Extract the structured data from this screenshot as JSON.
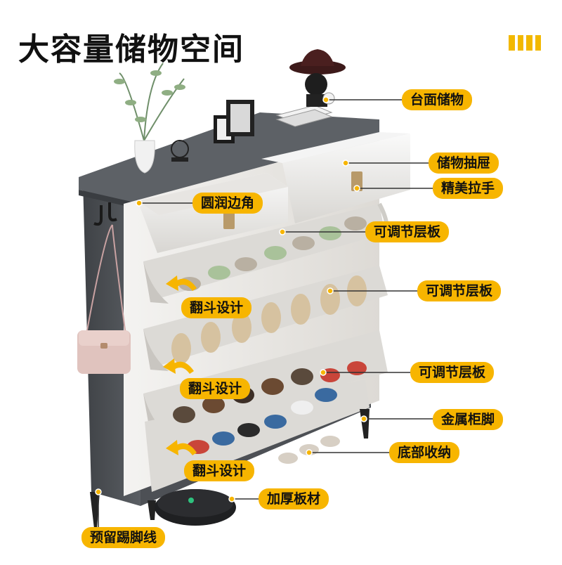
{
  "title": "大容量储物空间",
  "labels": {
    "countertop_storage": "台面储物",
    "storage_drawer": "储物抽屉",
    "fine_handle": "精美拉手",
    "rounded_corners": "圆润边角",
    "adjustable_shelf_1": "可调节层板",
    "adjustable_shelf_2": "可调节层板",
    "adjustable_shelf_3": "可调节层板",
    "flip_design_1": "翻斗设计",
    "flip_design_2": "翻斗设计",
    "flip_design_3": "翻斗设计",
    "metal_legs": "金属柜脚",
    "bottom_storage": "底部收纳",
    "thick_board": "加厚板材",
    "reserved_kickboard": "预留踢脚线"
  },
  "colors": {
    "accent": "#f7b500",
    "cabinet_body": "#4a4d52",
    "cabinet_white": "#eceae6",
    "top": "#5d6166"
  },
  "icons": [
    "plant-vase",
    "photo-frames",
    "books",
    "figurine-with-hat",
    "wall-hooks",
    "handbag",
    "robot-vacuum",
    "shoe",
    "curved-arrow"
  ]
}
